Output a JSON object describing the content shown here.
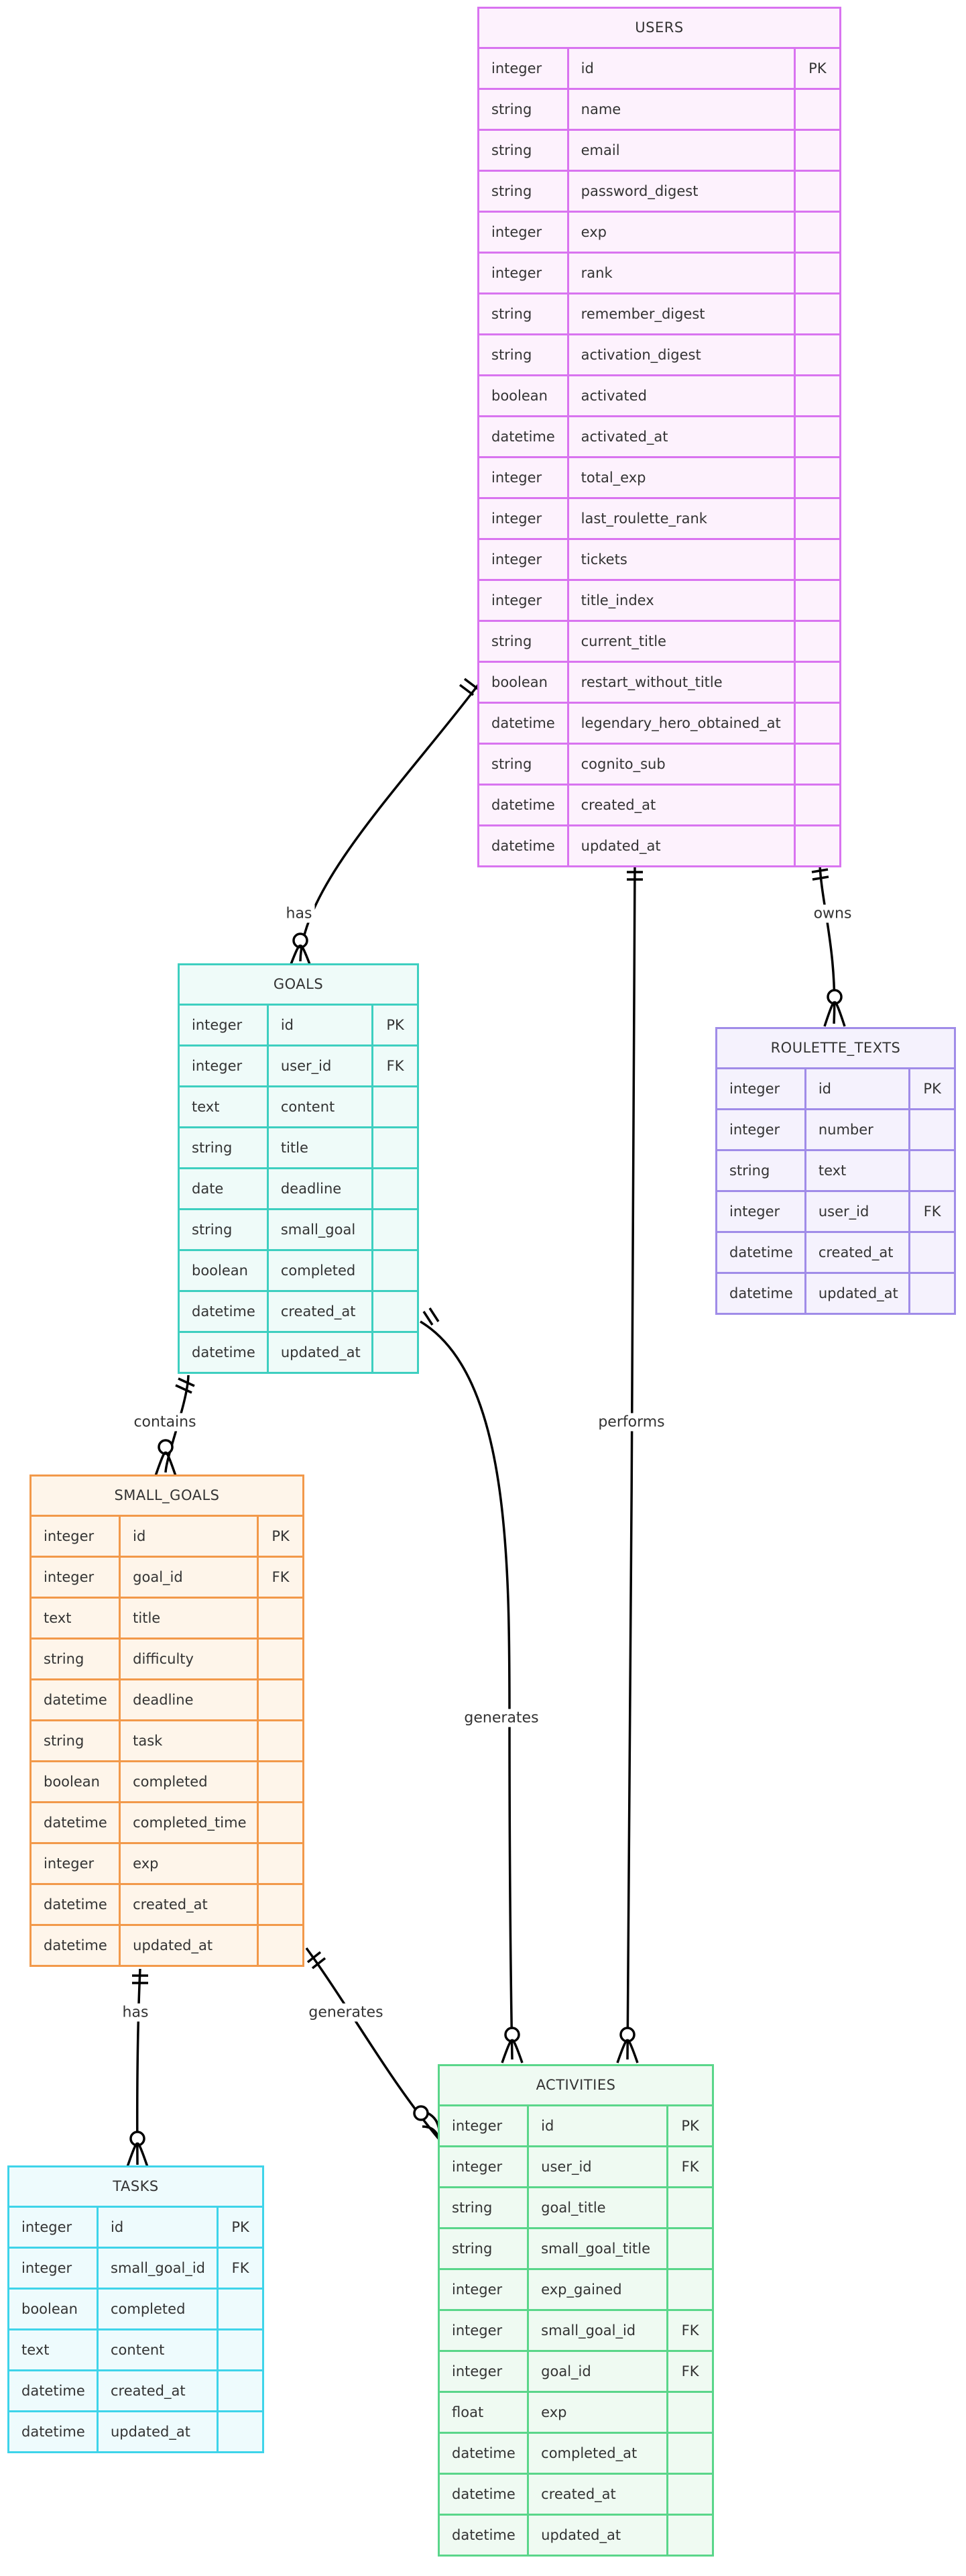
{
  "entities": {
    "users": {
      "title": "USERS",
      "colors": {
        "border": "#d974f0",
        "fill": "#fdf2fd"
      },
      "rows": [
        {
          "type": "integer",
          "name": "id",
          "key": "PK"
        },
        {
          "type": "string",
          "name": "name",
          "key": ""
        },
        {
          "type": "string",
          "name": "email",
          "key": ""
        },
        {
          "type": "string",
          "name": "password_digest",
          "key": ""
        },
        {
          "type": "integer",
          "name": "exp",
          "key": ""
        },
        {
          "type": "integer",
          "name": "rank",
          "key": ""
        },
        {
          "type": "string",
          "name": "remember_digest",
          "key": ""
        },
        {
          "type": "string",
          "name": "activation_digest",
          "key": ""
        },
        {
          "type": "boolean",
          "name": "activated",
          "key": ""
        },
        {
          "type": "datetime",
          "name": "activated_at",
          "key": ""
        },
        {
          "type": "integer",
          "name": "total_exp",
          "key": ""
        },
        {
          "type": "integer",
          "name": "last_roulette_rank",
          "key": ""
        },
        {
          "type": "integer",
          "name": "tickets",
          "key": ""
        },
        {
          "type": "integer",
          "name": "title_index",
          "key": ""
        },
        {
          "type": "string",
          "name": "current_title",
          "key": ""
        },
        {
          "type": "boolean",
          "name": "restart_without_title",
          "key": ""
        },
        {
          "type": "datetime",
          "name": "legendary_hero_obtained_at",
          "key": ""
        },
        {
          "type": "string",
          "name": "cognito_sub",
          "key": ""
        },
        {
          "type": "datetime",
          "name": "created_at",
          "key": ""
        },
        {
          "type": "datetime",
          "name": "updated_at",
          "key": ""
        }
      ]
    },
    "goals": {
      "title": "GOALS",
      "colors": {
        "border": "#3ecfc0",
        "fill": "#effbf9"
      },
      "rows": [
        {
          "type": "integer",
          "name": "id",
          "key": "PK"
        },
        {
          "type": "integer",
          "name": "user_id",
          "key": "FK"
        },
        {
          "type": "text",
          "name": "content",
          "key": ""
        },
        {
          "type": "string",
          "name": "title",
          "key": ""
        },
        {
          "type": "date",
          "name": "deadline",
          "key": ""
        },
        {
          "type": "string",
          "name": "small_goal",
          "key": ""
        },
        {
          "type": "boolean",
          "name": "completed",
          "key": ""
        },
        {
          "type": "datetime",
          "name": "created_at",
          "key": ""
        },
        {
          "type": "datetime",
          "name": "updated_at",
          "key": ""
        }
      ]
    },
    "roulette_texts": {
      "title": "ROULETTE_TEXTS",
      "colors": {
        "border": "#a08ce8",
        "fill": "#f5f2fd"
      },
      "rows": [
        {
          "type": "integer",
          "name": "id",
          "key": "PK"
        },
        {
          "type": "integer",
          "name": "number",
          "key": ""
        },
        {
          "type": "string",
          "name": "text",
          "key": ""
        },
        {
          "type": "integer",
          "name": "user_id",
          "key": "FK"
        },
        {
          "type": "datetime",
          "name": "created_at",
          "key": ""
        },
        {
          "type": "datetime",
          "name": "updated_at",
          "key": ""
        }
      ]
    },
    "small_goals": {
      "title": "SMALL_GOALS",
      "colors": {
        "border": "#f2994a",
        "fill": "#fef5ea"
      },
      "rows": [
        {
          "type": "integer",
          "name": "id",
          "key": "PK"
        },
        {
          "type": "integer",
          "name": "goal_id",
          "key": "FK"
        },
        {
          "type": "text",
          "name": "title",
          "key": ""
        },
        {
          "type": "string",
          "name": "difficulty",
          "key": ""
        },
        {
          "type": "datetime",
          "name": "deadline",
          "key": ""
        },
        {
          "type": "string",
          "name": "task",
          "key": ""
        },
        {
          "type": "boolean",
          "name": "completed",
          "key": ""
        },
        {
          "type": "datetime",
          "name": "completed_time",
          "key": ""
        },
        {
          "type": "integer",
          "name": "exp",
          "key": ""
        },
        {
          "type": "datetime",
          "name": "created_at",
          "key": ""
        },
        {
          "type": "datetime",
          "name": "updated_at",
          "key": ""
        }
      ]
    },
    "tasks": {
      "title": "TASKS",
      "colors": {
        "border": "#3ed4ea",
        "fill": "#eefbfd"
      },
      "rows": [
        {
          "type": "integer",
          "name": "id",
          "key": "PK"
        },
        {
          "type": "integer",
          "name": "small_goal_id",
          "key": "FK"
        },
        {
          "type": "boolean",
          "name": "completed",
          "key": ""
        },
        {
          "type": "text",
          "name": "content",
          "key": ""
        },
        {
          "type": "datetime",
          "name": "created_at",
          "key": ""
        },
        {
          "type": "datetime",
          "name": "updated_at",
          "key": ""
        }
      ]
    },
    "activities": {
      "title": "ACTIVITIES",
      "colors": {
        "border": "#5ad68a",
        "fill": "#effaf2"
      },
      "rows": [
        {
          "type": "integer",
          "name": "id",
          "key": "PK"
        },
        {
          "type": "integer",
          "name": "user_id",
          "key": "FK"
        },
        {
          "type": "string",
          "name": "goal_title",
          "key": ""
        },
        {
          "type": "string",
          "name": "small_goal_title",
          "key": ""
        },
        {
          "type": "integer",
          "name": "exp_gained",
          "key": ""
        },
        {
          "type": "integer",
          "name": "small_goal_id",
          "key": "FK"
        },
        {
          "type": "integer",
          "name": "goal_id",
          "key": "FK"
        },
        {
          "type": "float",
          "name": "exp",
          "key": ""
        },
        {
          "type": "datetime",
          "name": "completed_at",
          "key": ""
        },
        {
          "type": "datetime",
          "name": "created_at",
          "key": ""
        },
        {
          "type": "datetime",
          "name": "updated_at",
          "key": ""
        }
      ]
    }
  },
  "relationships": {
    "users_goals": "has",
    "users_roulette": "owns",
    "users_activities": "performs",
    "goals_small_goals": "contains",
    "goals_activities": "generates",
    "small_goals_tasks": "has",
    "small_goals_activities": "generates"
  }
}
